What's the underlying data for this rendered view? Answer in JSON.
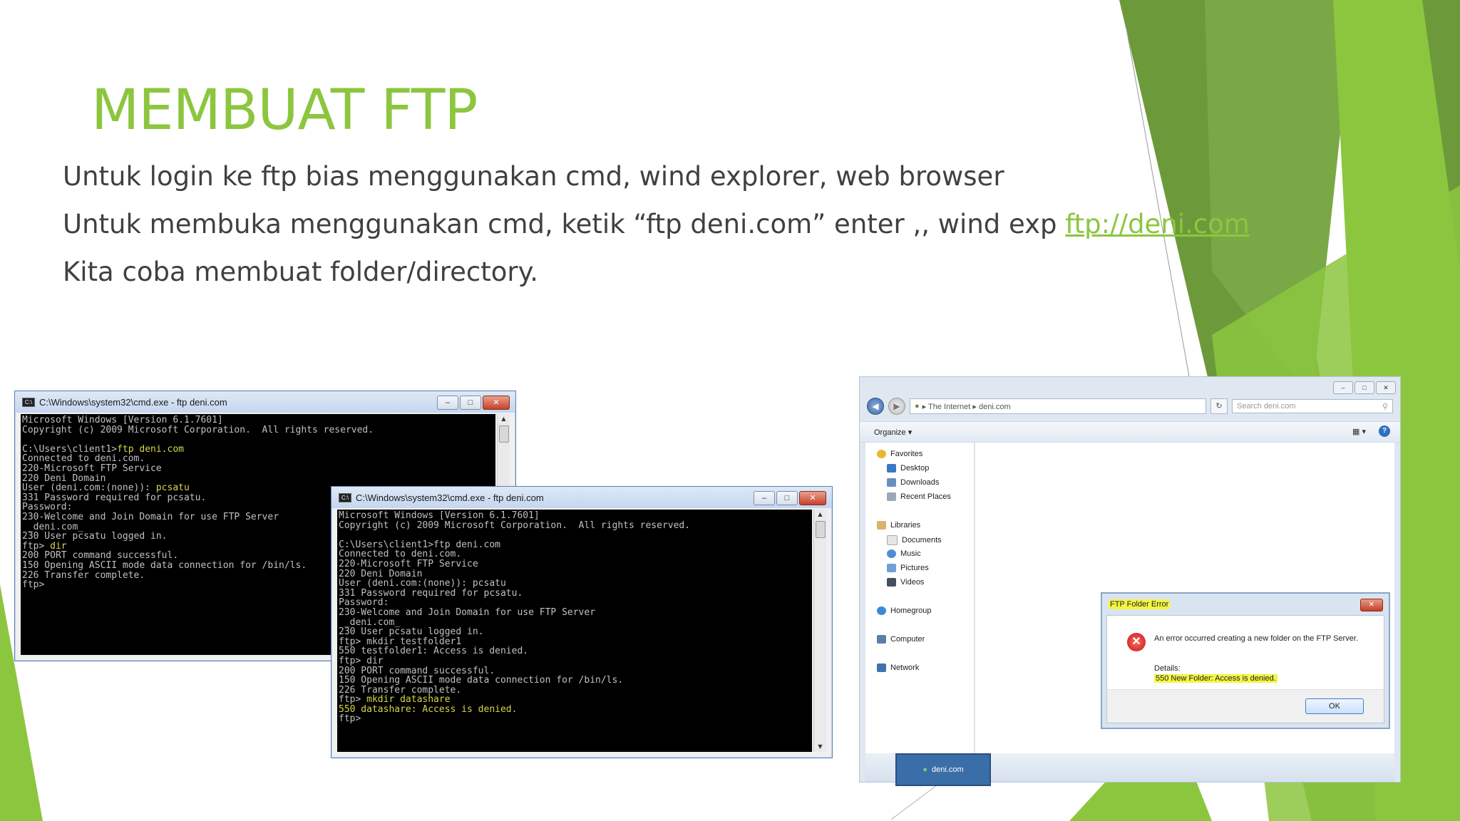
{
  "slide": {
    "title": "MEMBUAT FTP",
    "line1": "Untuk login ke ftp bias menggunakan cmd, wind explorer, web browser",
    "line2_prefix": "Untuk membuka menggunakan cmd, ketik “ftp deni.com” enter ,, wind exp ",
    "line2_link": "ftp://deni.com",
    "line3": "Kita coba membuat folder/directory."
  },
  "colors": {
    "accent_green": "#8cc63f",
    "dark_green": "#6c9a3a",
    "body_text": "#404040",
    "highlight_yellow": "#f3f542"
  },
  "cmd1": {
    "title": "C:\\Windows\\system32\\cmd.exe - ftp  deni.com",
    "lines": [
      {
        "text": "Microsoft Windows [Version 6.1.7601]"
      },
      {
        "text": "Copyright (c) 2009 Microsoft Corporation.  All rights reserved."
      },
      {
        "text": ""
      },
      {
        "prefix": "C:\\Users\\client1>",
        "text": "ftp deni.com",
        "hl": true
      },
      {
        "text": "Connected to deni.com."
      },
      {
        "text": "220-Microsoft FTP Service"
      },
      {
        "text": "220 Deni Domain"
      },
      {
        "prefix": "User (deni.com:(none)): ",
        "text": "pcsatu",
        "hl": true
      },
      {
        "text": "331 Password required for pcsatu."
      },
      {
        "text": "Password:"
      },
      {
        "text": "230-Welcome and Join Domain for use FTP Server"
      },
      {
        "text": " _deni.com_"
      },
      {
        "text": "230 User pcsatu logged in."
      },
      {
        "prefix": "ftp> ",
        "text": "dir",
        "hl": true
      },
      {
        "text": "200 PORT command successful."
      },
      {
        "text": "150 Opening ASCII mode data connection for /bin/ls."
      },
      {
        "text": "226 Transfer complete."
      },
      {
        "text": "ftp>"
      }
    ]
  },
  "cmd2": {
    "title": "C:\\Windows\\system32\\cmd.exe - ftp  deni.com",
    "lines": [
      {
        "text": "Microsoft Windows [Version 6.1.7601]"
      },
      {
        "text": "Copyright (c) 2009 Microsoft Corporation.  All rights reserved."
      },
      {
        "text": ""
      },
      {
        "text": "C:\\Users\\client1>ftp deni.com"
      },
      {
        "text": "Connected to deni.com."
      },
      {
        "text": "220-Microsoft FTP Service"
      },
      {
        "text": "220 Deni Domain"
      },
      {
        "text": "User (deni.com:(none)): pcsatu"
      },
      {
        "text": "331 Password required for pcsatu."
      },
      {
        "text": "Password:"
      },
      {
        "text": "230-Welcome and Join Domain for use FTP Server"
      },
      {
        "text": " _deni.com_"
      },
      {
        "text": "230 User pcsatu logged in."
      },
      {
        "text": "ftp> mkdir testfolder1"
      },
      {
        "text": "550 testfolder1: Access is denied."
      },
      {
        "text": "ftp> dir"
      },
      {
        "text": "200 PORT command successful."
      },
      {
        "text": "150 Opening ASCII mode data connection for /bin/ls."
      },
      {
        "text": "226 Transfer complete."
      },
      {
        "prefix": "ftp> ",
        "text": "mkdir datashare",
        "hl": true
      },
      {
        "text": "550 datashare: Access is denied.",
        "hl": true
      },
      {
        "text": "ftp>"
      }
    ]
  },
  "explorer": {
    "breadcrumb": "▸ The Internet ▸ deni.com",
    "search_placeholder": "Search deni.com",
    "organize": "Organize ▾",
    "nav": {
      "favorites": "Favorites",
      "desktop": "Desktop",
      "downloads": "Downloads",
      "recent": "Recent Places",
      "libraries": "Libraries",
      "documents": "Documents",
      "music": "Music",
      "pictures": "Pictures",
      "videos": "Videos",
      "homegroup": "Homegroup",
      "computer": "Computer",
      "network": "Network"
    },
    "selected_item": "deni.com",
    "dialog": {
      "title": "FTP Folder Error",
      "message": "An error occurred creating a new folder on the FTP Server.",
      "details_label": "Details:",
      "details": "550 New Folder: Access is denied.",
      "ok": "OK"
    }
  }
}
